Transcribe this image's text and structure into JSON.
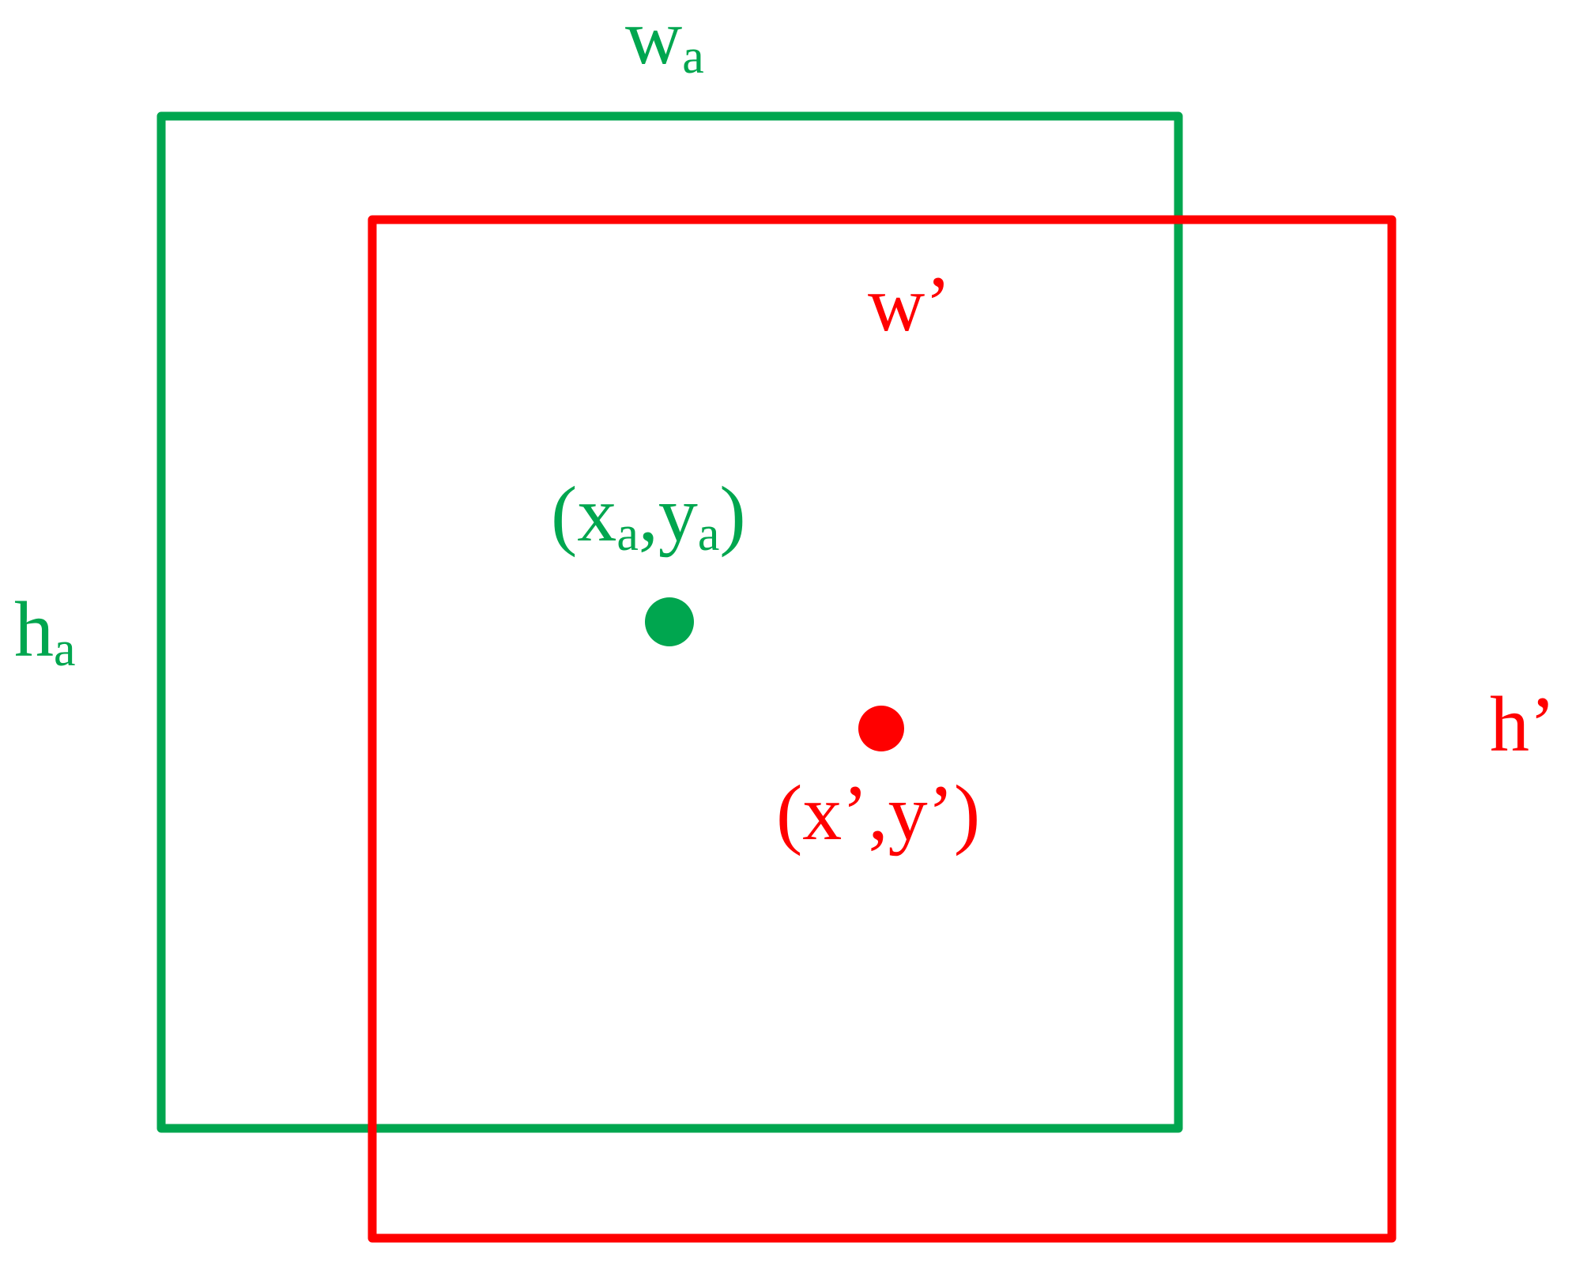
{
  "anchor_box": {
    "color": "#00a64f",
    "width_label": {
      "main": "w",
      "sub": "a"
    },
    "height_label": {
      "main": "h",
      "sub": "a"
    },
    "center_label": {
      "open": "(x",
      "sub1": "a",
      "mid": ",y",
      "sub2": "a",
      "close": ")"
    }
  },
  "predicted_box": {
    "color": "#ff0000",
    "width_label": "w’",
    "height_label": "h’",
    "center_label": "(x’,y’)"
  }
}
